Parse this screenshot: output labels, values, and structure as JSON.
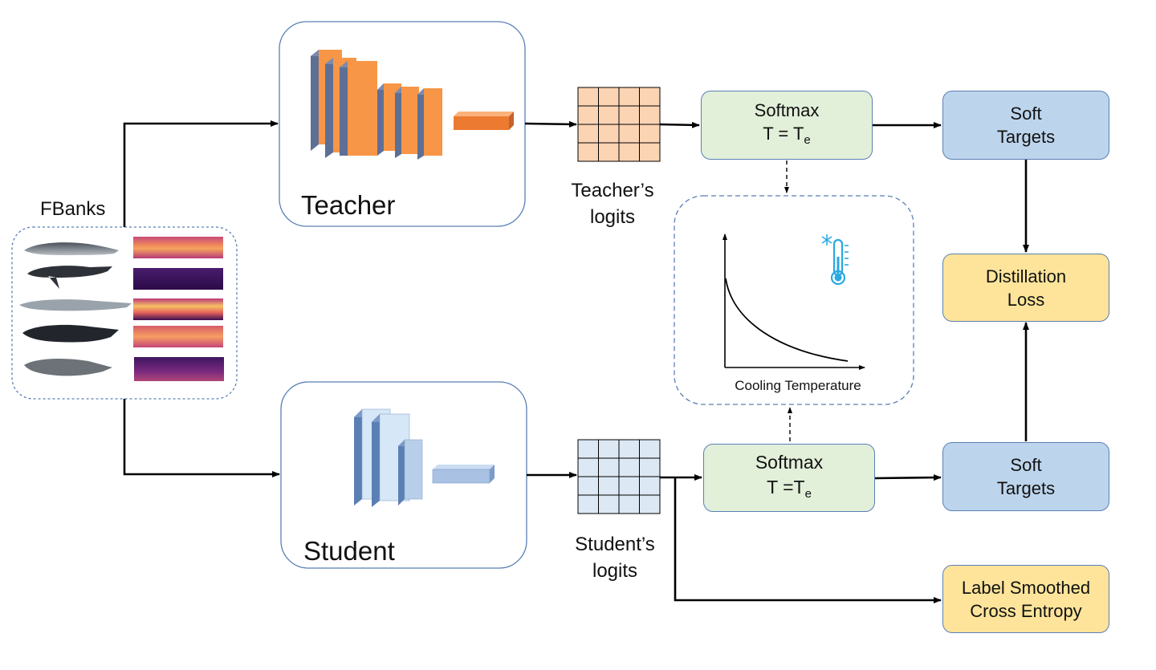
{
  "labels": {
    "fbanks": "FBanks",
    "teacher": "Teacher",
    "student": "Student",
    "teacher_logits_line1": "Teacher’s",
    "teacher_logits_line2": "logits",
    "student_logits_line1": "Student’s",
    "student_logits_line2": "logits",
    "cooling_temperature": "Cooling Temperature"
  },
  "boxes": {
    "softmax_top": {
      "line1": "Softmax",
      "line2_prefix": "T = T",
      "line2_sub": "e"
    },
    "softmax_bottom": {
      "line1": "Softmax",
      "line2_prefix": "T =T",
      "line2_sub": "e"
    },
    "soft_targets_top": {
      "line1": "Soft",
      "line2": "Targets"
    },
    "soft_targets_bottom": {
      "line1": "Soft",
      "line2": "Targets"
    },
    "distillation_loss": {
      "line1": "Distillation",
      "line2": "Loss"
    },
    "label_smoothed_ce": {
      "line1": "Label Smoothed",
      "line2": "Cross Entropy"
    }
  },
  "colors": {
    "teacher_orange": "#f79646",
    "teacher_side": "#5e6f96",
    "teacher_logit_fill": "#fbd4b4",
    "student_light_blue": "#d6e7f7",
    "student_side": "#5a7fb5",
    "student_logit_fill": "#dce8f4",
    "softmax_green": "#e2efd9",
    "soft_targets_blue": "#bdd5ec",
    "loss_yellow": "#fde49a",
    "container_border": "#5a7fb5",
    "thermometer": "#2aa8e0"
  },
  "icons": [
    "whale-icon",
    "spectrogram-icon",
    "thermometer-icon",
    "snowflake-icon",
    "decay-curve-icon"
  ]
}
